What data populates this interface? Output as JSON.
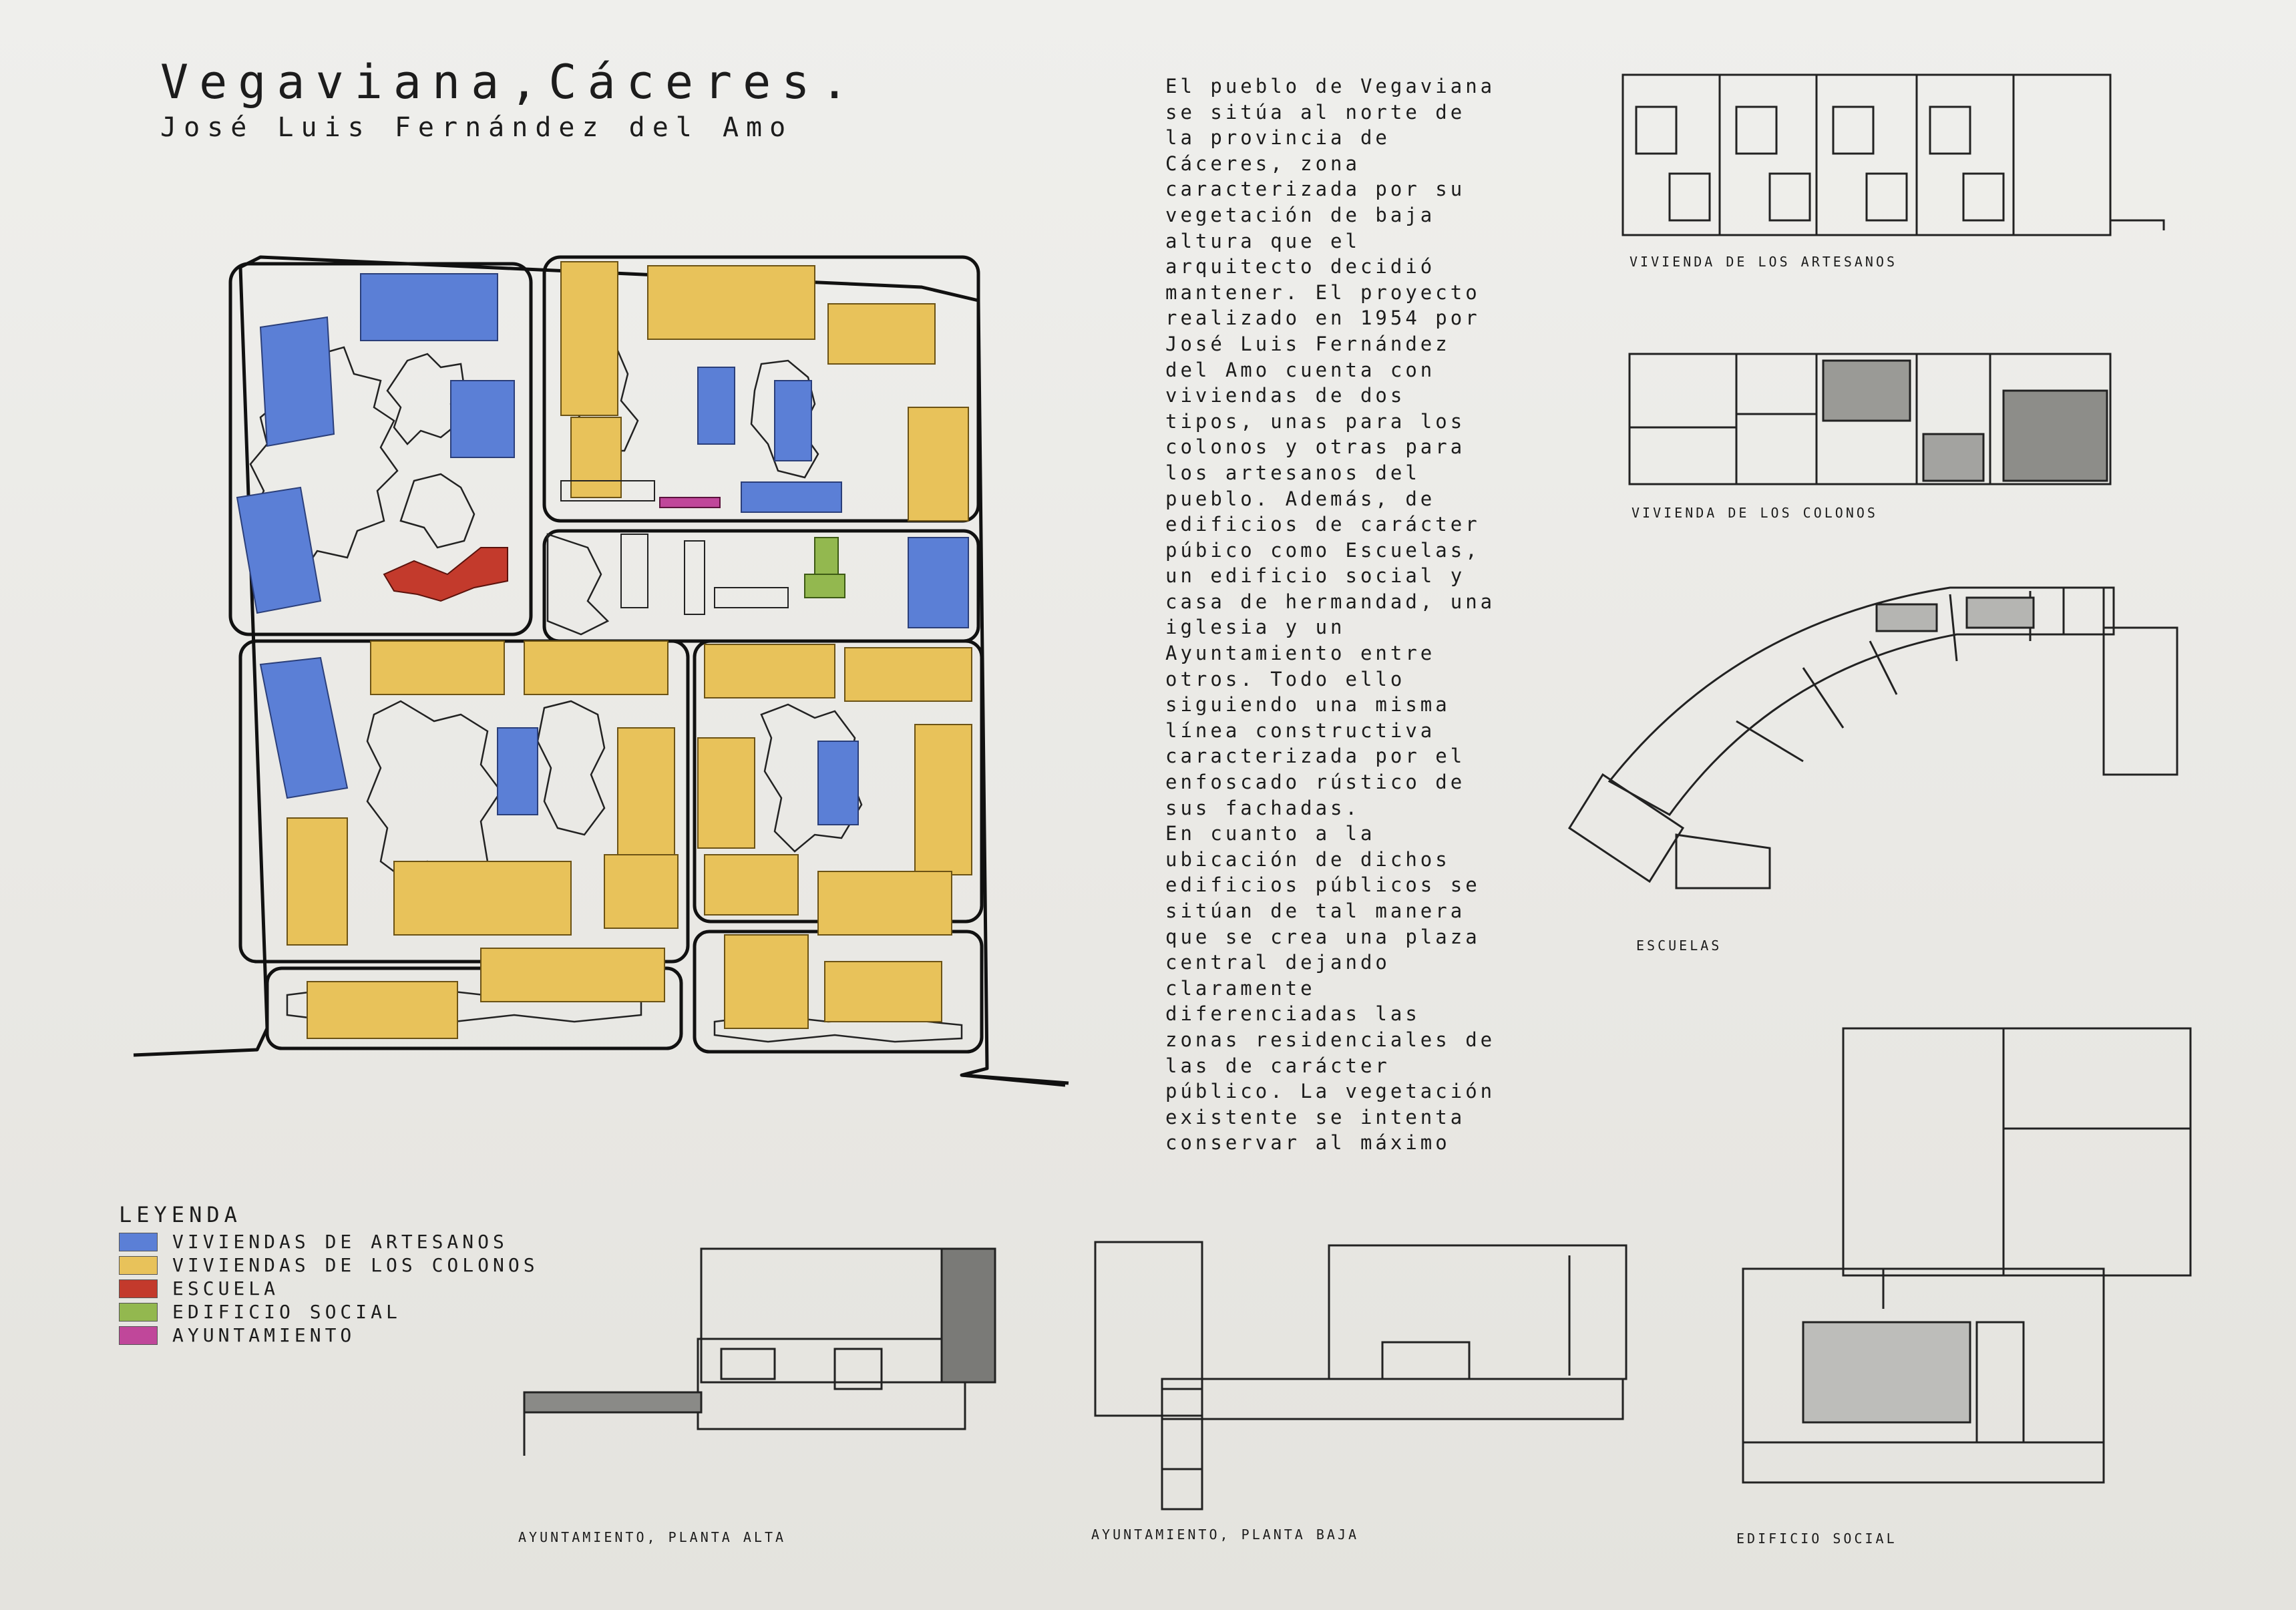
{
  "title": "Vegaviana,Cáceres.",
  "subtitle": "José Luis Fernández del Amo",
  "description": [
    "El pueblo de Vegaviana",
    "se sitúa al norte de",
    "la provincia de",
    "Cáceres, zona",
    "caracterizada por su",
    "vegetación de baja",
    "altura que el",
    "arquitecto decidió",
    "mantener. El proyecto",
    "realizado en 1954 por",
    "José Luis Fernández",
    "del Amo cuenta con",
    "viviendas de dos",
    "tipos, unas para los",
    "colonos y otras para",
    "los artesanos del",
    "pueblo. Además, de",
    "edificios de carácter",
    "púbico como Escuelas,",
    "un edificio social y",
    "casa de hermandad, una",
    "iglesia y un",
    "Ayuntamiento entre",
    "otros. Todo ello",
    "siguiendo una misma",
    "línea constructiva",
    "caracterizada por el",
    "enfoscado rústico de",
    "sus fachadas.",
    "En cuanto a la",
    "ubicación de dichos",
    "edificios públicos se",
    "sitúan de tal manera",
    "que se crea una plaza",
    "central dejando",
    "claramente",
    "diferenciadas las",
    "zonas residenciales de",
    "las de carácter",
    "público. La vegetación",
    "existente se intenta",
    "conservar al máximo"
  ],
  "legend": {
    "title": "LEYENDA",
    "items": [
      {
        "label": "VIVIENDAS DE ARTESANOS",
        "color": "#5b7fd6"
      },
      {
        "label": "VIVIENDAS DE LOS COLONOS",
        "color": "#e8c25a"
      },
      {
        "label": "ESCUELA",
        "color": "#c33a2c"
      },
      {
        "label": "EDIFICIO SOCIAL",
        "color": "#93b84f"
      },
      {
        "label": "AYUNTAMIENTO",
        "color": "#c0479a"
      }
    ]
  },
  "captions": {
    "artesanos": "VIVIENDA DE LOS ARTESANOS",
    "colonos": "VIVIENDA DE LOS COLONOS",
    "escuelas": "ESCUELAS",
    "edificio_social": "EDIFICIO SOCIAL",
    "ayto_alta": "AYUNTAMIENTO, PLANTA ALTA",
    "ayto_baja": "AYUNTAMIENTO, PLANTA BAJA"
  }
}
